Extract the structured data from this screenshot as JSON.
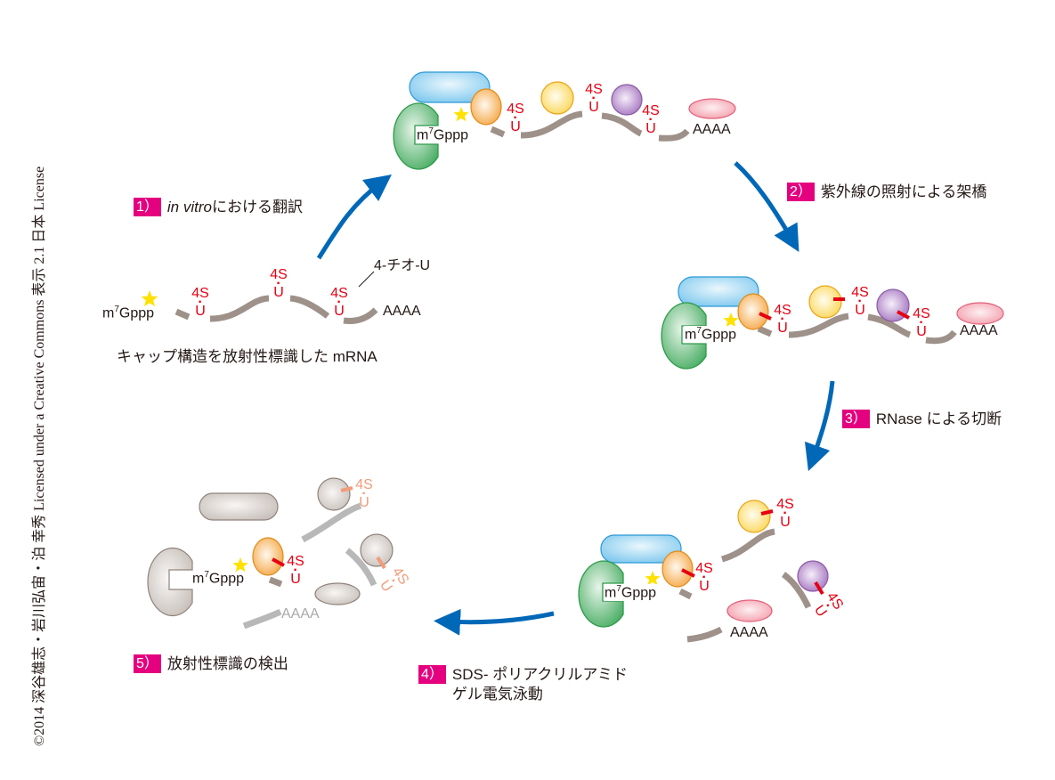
{
  "copyright": "©2014 深谷雄志・岩川弘宙・泊 幸秀 Licensed under a Creative Commons 表示 2.1 日本 License",
  "colors": {
    "badge": "#e4007f",
    "arrow": "#0068b7",
    "rna": "#9e918a",
    "thio": "#e60012",
    "thio_faded": "#f19c7a",
    "green_protein": "#3aa655",
    "blue_protein": "#8fd0f0",
    "orange_protein": "#f5a94a",
    "yellow_protein": "#fbd95a",
    "purple_protein": "#a97cc0",
    "pink_protein": "#f4a5b0",
    "grey_protein": "#c9c2bd",
    "star": "#ffe100"
  },
  "steps": [
    {
      "num": "1）",
      "text_italic": "in vitro",
      "text": " における翻訳"
    },
    {
      "num": "2）",
      "text": "紫外線の照射による架橋"
    },
    {
      "num": "3）",
      "text": "RNase による切断"
    },
    {
      "num": "4）",
      "text": "SDS- ポリアクリルアミド",
      "text2": "ゲル電気泳動"
    },
    {
      "num": "5）",
      "text": "放射性標識の検出"
    }
  ],
  "labels": {
    "cap": "m",
    "cap_sup": "7",
    "cap_rest": "Gppp",
    "polyA": "AAAA",
    "thio_top": "4S",
    "thio_bottom": "U",
    "thio_annotation": "4-チオ-U",
    "mrna_caption": "キャップ構造を放射性標識した mRNA"
  }
}
